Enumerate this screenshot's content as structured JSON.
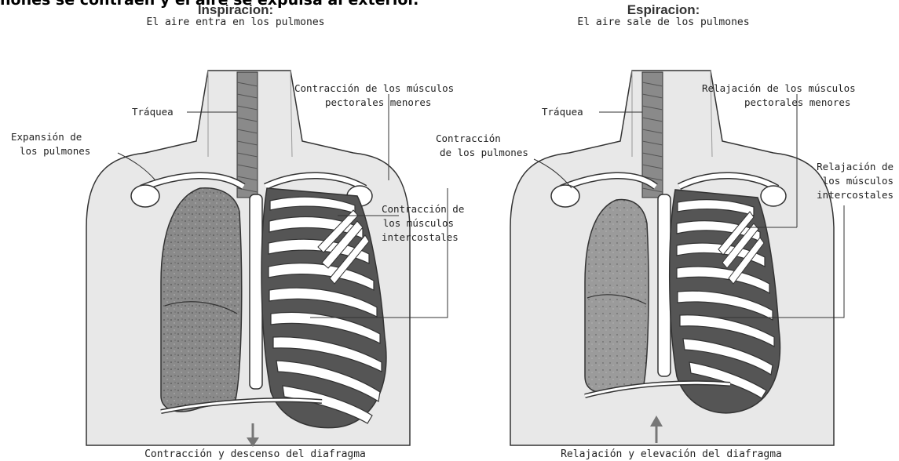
{
  "header_fragment": "nones se contraen y el aire se expulsa al exterior.",
  "inspiration": {
    "title": "Inspiracion:",
    "subtitle": "El aire entra en los pulmones",
    "labels": {
      "trachea": "Tráquea",
      "lung_expansion_1": "Expansión de",
      "lung_expansion_2": "los pulmones",
      "pectoral_1": "Contracción de los músculos",
      "pectoral_2": "pectorales menores",
      "intercostal_1": "Contracción de",
      "intercostal_2": "los músculos",
      "intercostal_3": "intercostales"
    },
    "caption": "Contracción y descenso del diafragma"
  },
  "expiration": {
    "title": "Espiracion:",
    "subtitle": "El aire sale de los pulmones",
    "labels": {
      "trachea": "Tráquea",
      "lung_contraction_1": "Contracción",
      "lung_contraction_2": "de los pulmones",
      "pectoral_1": "Relajación de los músculos",
      "pectoral_2": "pectorales menores",
      "intercostal_1": "Relajación de",
      "intercostal_2": "los músculos",
      "intercostal_3": "intercostales"
    },
    "caption": "Relajación y elevación del diafragma"
  },
  "colors": {
    "body": "#e8e8e8",
    "lung": "#8c8c8c",
    "rib": "#ffffff",
    "intercostal": "#555555",
    "outline": "#333333"
  }
}
